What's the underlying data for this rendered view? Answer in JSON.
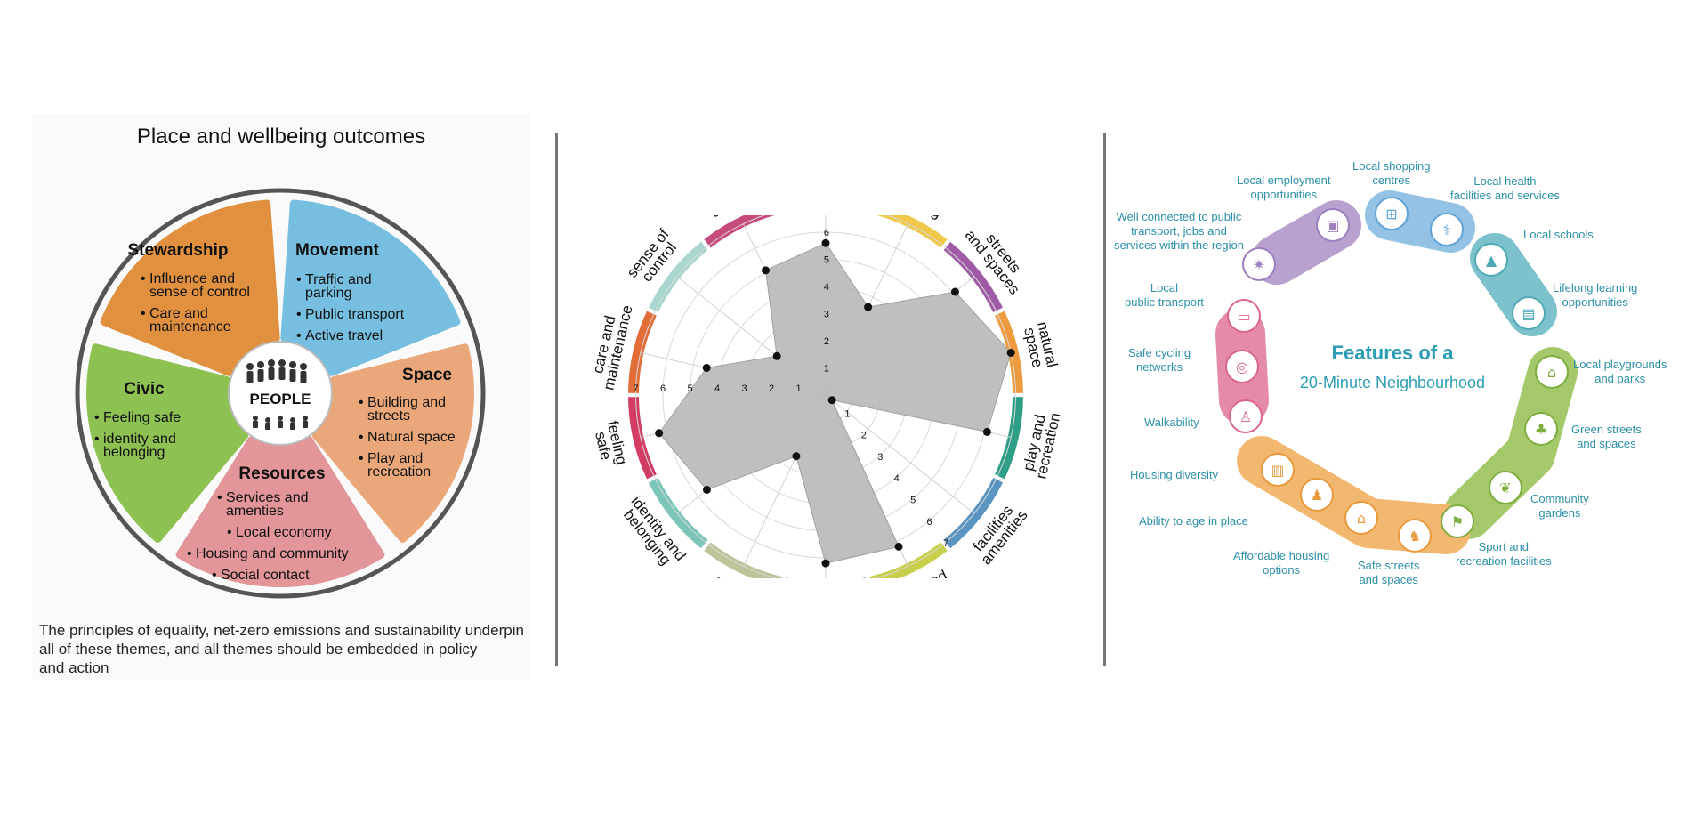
{
  "panel1": {
    "title": "Place and wellbeing outcomes",
    "center_label": "PEOPLE",
    "segments": [
      {
        "title": "Stewardship",
        "color": "#E0903F",
        "items": [
          [
            "Influence and",
            "sense of control"
          ],
          [
            "Care and",
            "maintenance"
          ]
        ]
      },
      {
        "title": "Movement",
        "color": "#76BFE0",
        "items": [
          [
            "Traffic and",
            "parking"
          ],
          [
            "Public transport"
          ],
          [
            "Active travel"
          ]
        ]
      },
      {
        "title": "Space",
        "color": "#E9A77A",
        "items": [
          [
            "Building and",
            "streets"
          ],
          [
            "Natural space"
          ],
          [
            "Play and",
            "recreation"
          ]
        ]
      },
      {
        "title": "Resources",
        "color": "#E2969A",
        "items": [
          [
            "Services and",
            "amenties"
          ],
          [
            "Local economy"
          ],
          [
            "Housing and community"
          ],
          [
            "Social contact"
          ]
        ]
      },
      {
        "title": "Civic",
        "color": "#8DC152",
        "items": [
          [
            "Feeling safe"
          ],
          [
            "identity and",
            "belonging"
          ]
        ]
      }
    ],
    "footer": [
      "The principles of equality, net-zero emissions and sustainability underpin",
      "all of these themes, and all themes should be embedded in policy",
      "and action"
    ]
  },
  "panel2": {
    "axes": [
      {
        "label": [
          "?"
        ],
        "value": 5.6,
        "color": "#B03A8E"
      },
      {
        "label": [
          "traffic and",
          "parking"
        ],
        "value": 3.6,
        "color": "#F0C84A"
      },
      {
        "label": [
          "streets",
          "and spaces"
        ],
        "value": 6.1,
        "color": "#A05BA6"
      },
      {
        "label": [
          "natural",
          "space"
        ],
        "value": 7,
        "color": "#EE9A3E"
      },
      {
        "label": [
          "play and",
          "recreation"
        ],
        "value": 6.1,
        "color": "#2E9E86"
      },
      {
        "label": [
          "facilities",
          "amenities"
        ],
        "value": 0.3,
        "color": "#5A94C0"
      },
      {
        "label": [
          "work and",
          "economy"
        ],
        "value": 6.2,
        "color": "#C8CF4A"
      },
      {
        "label": [
          "housing",
          "community"
        ],
        "value": 6.2,
        "color": "#4B86C5"
      },
      {
        "label": [
          "social",
          "contact"
        ],
        "value": 2.5,
        "color": "#BCC49A"
      },
      {
        "label": [
          "identity and",
          "belonging"
        ],
        "value": 5.6,
        "color": "#7BC6B9"
      },
      {
        "label": [
          "feeling",
          "safe"
        ],
        "value": 6.3,
        "color": "#D23C65"
      },
      {
        "label": [
          "care and",
          "maintenance"
        ],
        "value": 4.5,
        "color": "#E36D37"
      },
      {
        "label": [
          "sense of",
          "control"
        ],
        "value": 2.3,
        "color": "#A9D6CF"
      },
      {
        "label": [
          "moving",
          "around"
        ],
        "value": 5.1,
        "color": "#C74B7C"
      }
    ],
    "max": 7,
    "ticks": [
      "1",
      "2",
      "3",
      "4",
      "5",
      "6",
      "7"
    ]
  },
  "panel3": {
    "title": "Features of a",
    "subtitle": "20-Minute Neighbourhood",
    "labels": {
      "employment": "Local employment\nopportunities",
      "shopping": "Local shopping\ncentres",
      "health": "Local health\nfacilities and services",
      "schools": "Local schools",
      "lifelong": "Lifelong learning\nopportunities",
      "connected": "Well connected to public\ntransport, jobs and\nservices within the region",
      "transport": "Local\npublic transport",
      "cycling": "Safe cycling\nnetworks",
      "walkability": "Walkability",
      "housing_div": "Housing diversity",
      "age": "Ability to age in place",
      "affordable": "Affordable housing\noptions",
      "safe_streets": "Safe streets\nand spaces",
      "sport": "Sport and\nrecreation facilities",
      "gardens": "Community\ngardens",
      "green": "Green streets\nand spaces",
      "playgrounds": "Local playgrounds\nand parks"
    },
    "colors": {
      "purple": "#B8A0CF",
      "blue": "#93C2E5",
      "teal": "#7CC1CB",
      "green": "#A5C96A",
      "orange": "#F3B870",
      "pink": "#E58BA7",
      "text": "#2B8FA8"
    }
  }
}
